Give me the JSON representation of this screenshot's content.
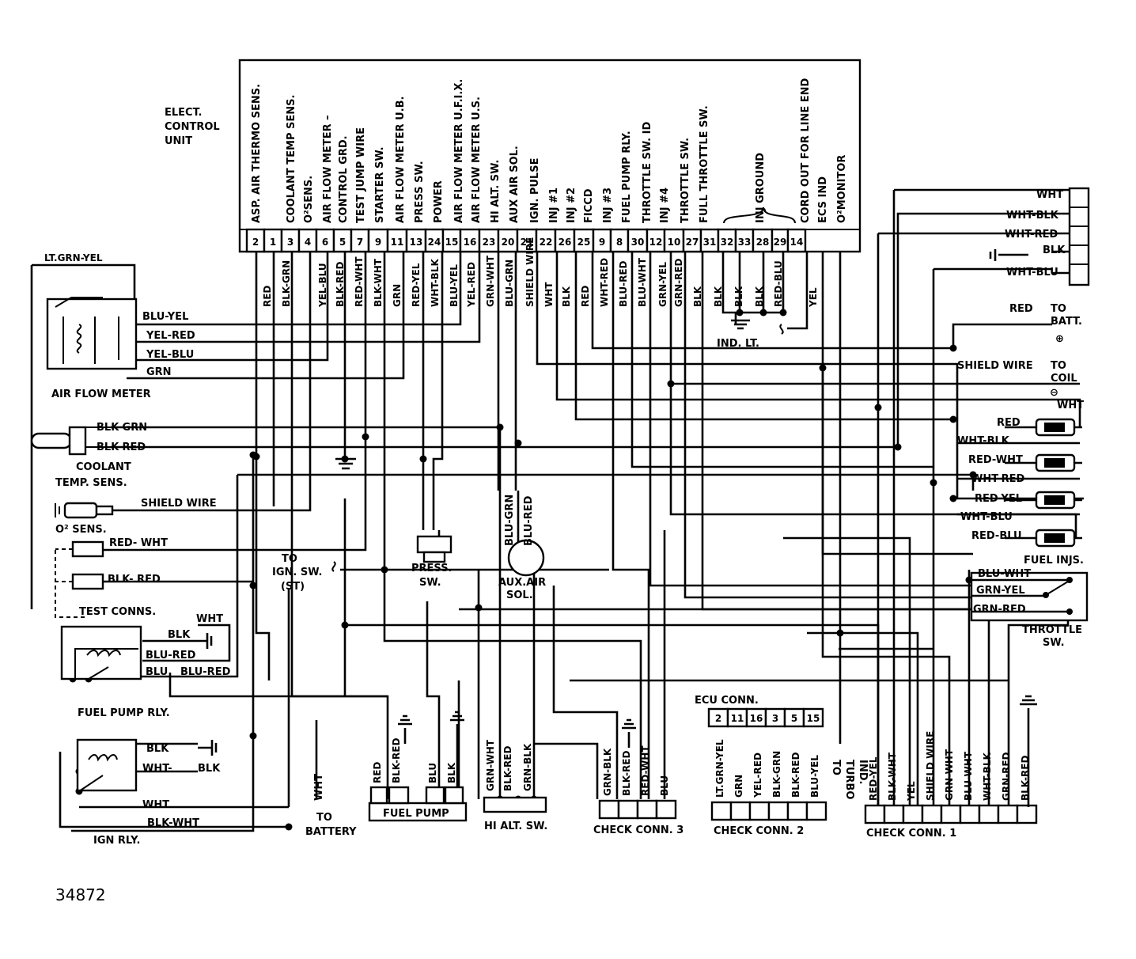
{
  "figure_number": "34872",
  "ecu": {
    "title_lines": [
      "ELECT.",
      "CONTROL",
      "UNIT"
    ],
    "functions": [
      "ASP. AIR THERMO SENS.",
      "COOLANT TEMP SENS.",
      "O²SENS.",
      "AIR FLOW METER –",
      "CONTROL GRD.",
      "TEST JUMP WIRE",
      "STARTER SW.",
      "AIR FLOW METER U.B.",
      "PRESS SW.",
      "POWER",
      "AIR FLOW METER U.F.I.X.",
      "AIR FLOW METER U.S.",
      "HI ALT. SW.",
      "AUX AIR SOL.",
      "IGN. PULSE",
      "INJ #1",
      "INJ #2",
      "FICCD",
      "INJ #3",
      "FUEL PUMP RLY.",
      "THROTTLE SW. ID",
      "INJ #4",
      "THROTTLE SW.",
      "FULL THROTTLE SW.",
      "INJ GROUND",
      "CORD OUT FOR LINE END",
      "ECS IND",
      "O²MONITOR"
    ],
    "pins": [
      "2",
      "1",
      "3",
      "4",
      "6",
      "5",
      "7",
      "9",
      "11",
      "13",
      "24",
      "15",
      "16",
      "23",
      "20",
      "21",
      "22",
      "26",
      "25",
      "9",
      "8",
      "30",
      "12",
      "10",
      "27",
      "31",
      "32",
      "33",
      "28",
      "29",
      "14"
    ],
    "pin_wires": [
      "RED",
      "BLK-GRN",
      "YEL-BLU",
      "BLK-RED",
      "RED-WHT",
      "BLK-WHT",
      "GRN",
      "RED-YEL",
      "WHT-BLK",
      "BLU-YEL",
      "YEL-RED",
      "GRN-WHT",
      "BLU-GRN",
      "SHIELD WIRE",
      "WHT",
      "BLK",
      "RED",
      "WHT-RED",
      "BLU-RED",
      "BLU-WHT",
      "GRN-YEL",
      "GRN-RED",
      "BLK",
      "BLK",
      "BLK",
      "BLK",
      "RED-BLU",
      "YEL"
    ]
  },
  "air_flow_meter": {
    "label": "AIR FLOW METER",
    "lead_label": "LT.GRN-YEL",
    "wires": [
      "BLU-YEL",
      "YEL-RED",
      "YEL-BLU",
      "GRN"
    ]
  },
  "coolant_sensor": {
    "label_lines": [
      "COOLANT",
      "TEMP. SENS."
    ],
    "wires": [
      "BLK-GRN",
      "BLK-RED"
    ]
  },
  "o2_sensor": {
    "label": "O² SENS.",
    "wire": "SHIELD WIRE"
  },
  "test_conns": {
    "label": "TEST CONNS.",
    "wires": [
      "RED- WHT",
      "BLK- RED"
    ]
  },
  "ign_switch": {
    "label_lines": [
      "TO",
      "IGN. SW.",
      "(ST)"
    ]
  },
  "press_switch": {
    "label_lines": [
      "PRESS.",
      "SW."
    ]
  },
  "aux_air_sol": {
    "label_lines": [
      "AUX.AIR",
      "SOL."
    ],
    "wires": [
      "BLU-GRN",
      "BLU-RED"
    ]
  },
  "fuel_pump_relay": {
    "label": "FUEL PUMP RLY.",
    "wires": [
      "WHT",
      "BLK",
      "BLU-RED",
      "BLU",
      "BLU-RED"
    ]
  },
  "ign_relay": {
    "label": "IGN RLY.",
    "wires": [
      "BLK",
      "WHT-",
      "BLK",
      "WHT",
      "BLK-WHT"
    ]
  },
  "battery": {
    "wire": "WHT",
    "label_lines": [
      "TO",
      "BATTERY"
    ]
  },
  "fuel_pump": {
    "label": "FUEL PUMP",
    "wires": [
      "RED",
      "BLK-RED",
      "BLU",
      "BLK"
    ]
  },
  "hi_alt_sw": {
    "label": "HI ALT. SW.",
    "wires": [
      "GRN-WHT",
      "BLK-RED",
      "GRN-BLK"
    ]
  },
  "check_conn_3": {
    "label": "CHECK CONN. 3",
    "wires": [
      "GRN-BLK",
      "BLK-RED",
      "RED-WHT",
      "BLU"
    ]
  },
  "ecu_conn": {
    "label": "ECU CONN.",
    "pins": [
      "2",
      "11",
      "16",
      "3",
      "5",
      "15"
    ]
  },
  "check_conn_2": {
    "label": "CHECK CONN. 2",
    "wires": [
      "LT.GRN-YEL",
      "GRN",
      "YEL-RED",
      "BLK-GRN",
      "BLK-RED",
      "BLU-YEL"
    ]
  },
  "turbo": {
    "label_lines": [
      "TO",
      "TURBO",
      "IND."
    ]
  },
  "check_conn_1": {
    "label": "CHECK CONN. 1",
    "wires": [
      "RED-YEL",
      "BLK-WHT",
      "YEL",
      "SHIELD WIRE",
      "GRN-WHT",
      "BLU-WHT",
      "WHT-BLK",
      "GRN-RED",
      "BLK-RED"
    ]
  },
  "right_connector": {
    "wires": [
      "WHT",
      "WHT-BLK",
      "WHT-RED",
      "BLK",
      "WHT-BLU"
    ]
  },
  "batt_plus": {
    "wire": "RED",
    "label_lines": [
      "TO",
      "BATT."
    ],
    "symbol": "⊕"
  },
  "coil": {
    "wire": "SHIELD WIRE",
    "label_lines": [
      "TO",
      "COIL"
    ],
    "symbol": "⊖"
  },
  "ind_lt": {
    "label": "IND. LT."
  },
  "fuel_injs": {
    "label": "FUEL INJS.",
    "wires": [
      "WHT",
      "RED",
      "WHT-BLK",
      "RED-WHT",
      "WHT-RED",
      "RED-YEL",
      "WHT-BLU",
      "RED-BLU"
    ]
  },
  "throttle_sw": {
    "label_lines": [
      "THROTTLE",
      "SW."
    ],
    "wires": [
      "BLU-WHT",
      "GRN-YEL",
      "GRN-RED"
    ]
  }
}
